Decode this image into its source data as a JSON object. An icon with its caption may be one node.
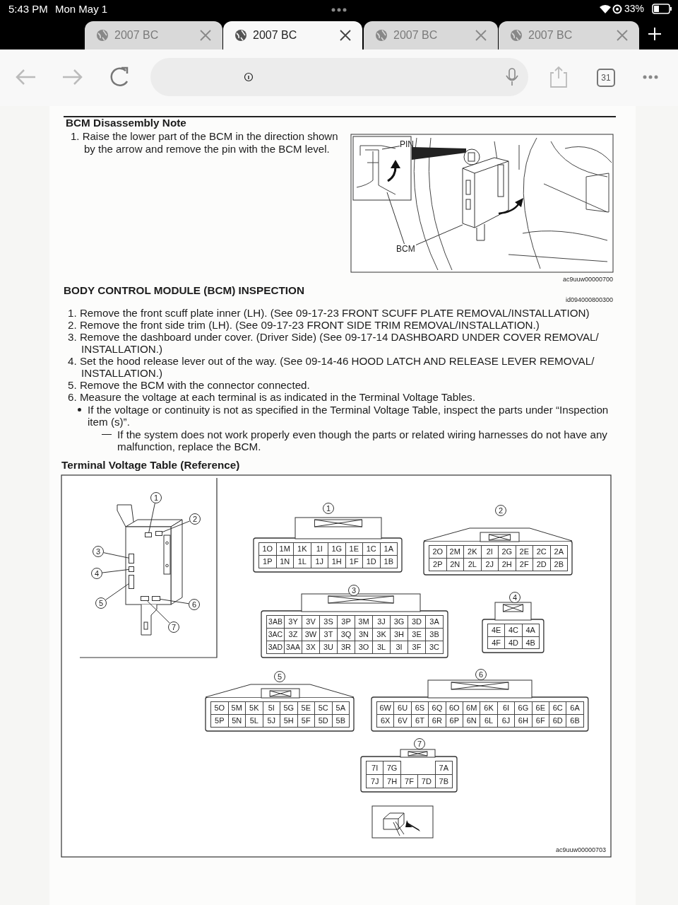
{
  "diagram": {
    "nodes": [
      {
        "text": [
          "PIN"
        ]
      },
      {
        "text": [
          "BCM"
        ]
      },
      {
        "text": [
          "1"
        ]
      },
      {
        "text": [
          "2"
        ]
      },
      {
        "text": [
          "3"
        ]
      },
      {
        "text": [
          "4"
        ]
      },
      {
        "text": [
          "5"
        ]
      },
      {
        "text": [
          "6"
        ]
      },
      {
        "text": [
          "7"
        ]
      },
      {
        "text": [
          "1"
        ]
      },
      {
        "text": [
          "2"
        ]
      },
      {
        "text": [
          "3"
        ]
      },
      {
        "text": [
          "4"
        ]
      },
      {
        "text": [
          "5"
        ]
      },
      {
        "text": [
          "6"
        ]
      },
      {
        "text": [
          "7"
        ]
      },
      {
        "text": [],
        "shape": "box"
      },
      {
        "text": [],
        "shape": "box"
      },
      {
        "text": [],
        "shape": "box"
      },
      {
        "text": [],
        "shape": "box"
      },
      {
        "text": [],
        "shape": "box"
      },
      {
        "text": [],
        "shape": "box"
      },
      {
        "text": [],
        "shape": "box"
      }
    ],
    "edges": [
      {
        "from": 0,
        "to": null,
        "arrow": "none"
      },
      {
        "from": 1,
        "to": null,
        "arrow": "none"
      },
      {
        "from": 1,
        "to": null,
        "arrow": "none"
      },
      {
        "from": 2,
        "to": 16,
        "arrow": "none"
      },
      {
        "from": 3,
        "to": 17,
        "arrow": "none"
      },
      {
        "from": 4,
        "to": 18,
        "arrow": "none"
      },
      {
        "from": 5,
        "to": 19,
        "arrow": "none"
      },
      {
        "from": 6,
        "to": 20,
        "arrow": "none"
      },
      {
        "from": 7,
        "to": 21,
        "arrow": "none"
      },
      {
        "from": 8,
        "to": 22,
        "arrow": "none"
      }
    ],
    "labels": [
      "5:43 PM",
      "Mon May 1",
      "33%",
      "2007 BC",
      "2007 BC",
      "2007 BC",
      "2007 BC",
      "31",
      "BCM Disassembly Note",
      "1. Raise the lower part of the BCM in the direction shown by the arrow and remove the pin with the BCM level.",
      "ac9uuw00000700",
      "BODY CONTROL MODULE (BCM) INSPECTION",
      "id094000800300",
      "1. Remove the front scuff plate inner (LH). (See 09-17-23 FRONT SCUFF PLATE REMOVAL/INSTALLATION)",
      "2. Remove the front side trim (LH). (See 09-17-23 FRONT SIDE TRIM REMOVAL/INSTALLATION.)",
      "3. Remove the dashboard under cover. (Driver Side) (See 09-17-14 DASHBOARD UNDER COVER REMOVAL/ INSTALLATION.)",
      "4. Set the hood release lever out of the way. (See 09-14-46 HOOD LATCH AND RELEASE LEVER REMOVAL/ INSTALLATION.)",
      "5. Remove the BCM with the connector connected.",
      "6. Measure the voltage at each terminal is as indicated in the Terminal Voltage Tables.",
      "If the voltage or continuity is not as specified in the Terminal Voltage Table, inspect the parts under “Inspection item (s)”.",
      "If the system does not work properly even though the parts or related wiring harnesses do not have any malfunction, replace the BCM.",
      "Terminal Voltage Table (Reference)",
      "1O",
      "1M",
      "1K",
      "1I",
      "1G",
      "1E",
      "1C",
      "1A",
      "1P",
      "1N",
      "1L",
      "1J",
      "1H",
      "1F",
      "1D",
      "1B",
      "2O",
      "2M",
      "2K",
      "2I",
      "2G",
      "2E",
      "2C",
      "2A",
      "2P",
      "2N",
      "2L",
      "2J",
      "2H",
      "2F",
      "2D",
      "2B",
      "3AB",
      "3Y",
      "3V",
      "3S",
      "3P",
      "3M",
      "3J",
      "3G",
      "3D",
      "3A",
      "3AC",
      "3Z",
      "3W",
      "3T",
      "3Q",
      "3N",
      "3K",
      "3H",
      "3E",
      "3B",
      "3AD",
      "3AA",
      "3X",
      "3U",
      "3R",
      "3O",
      "3L",
      "3I",
      "3F",
      "3C",
      "4E",
      "4C",
      "4A",
      "4F",
      "4D",
      "4B",
      "5O",
      "5M",
      "5K",
      "5I",
      "5G",
      "5E",
      "5C",
      "5A",
      "5P",
      "5N",
      "5L",
      "5J",
      "5H",
      "5F",
      "5D",
      "5B",
      "6W",
      "6U",
      "6S",
      "6Q",
      "6O",
      "6M",
      "6K",
      "6I",
      "6G",
      "6E",
      "6C",
      "6A",
      "6X",
      "6V",
      "6T",
      "6R",
      "6P",
      "6N",
      "6L",
      "6J",
      "6H",
      "6F",
      "6D",
      "6B",
      "7I",
      "7G",
      "7A",
      "7J",
      "7H",
      "7F",
      "7D",
      "7B",
      "ac9uuw00000703"
    ]
  }
}
